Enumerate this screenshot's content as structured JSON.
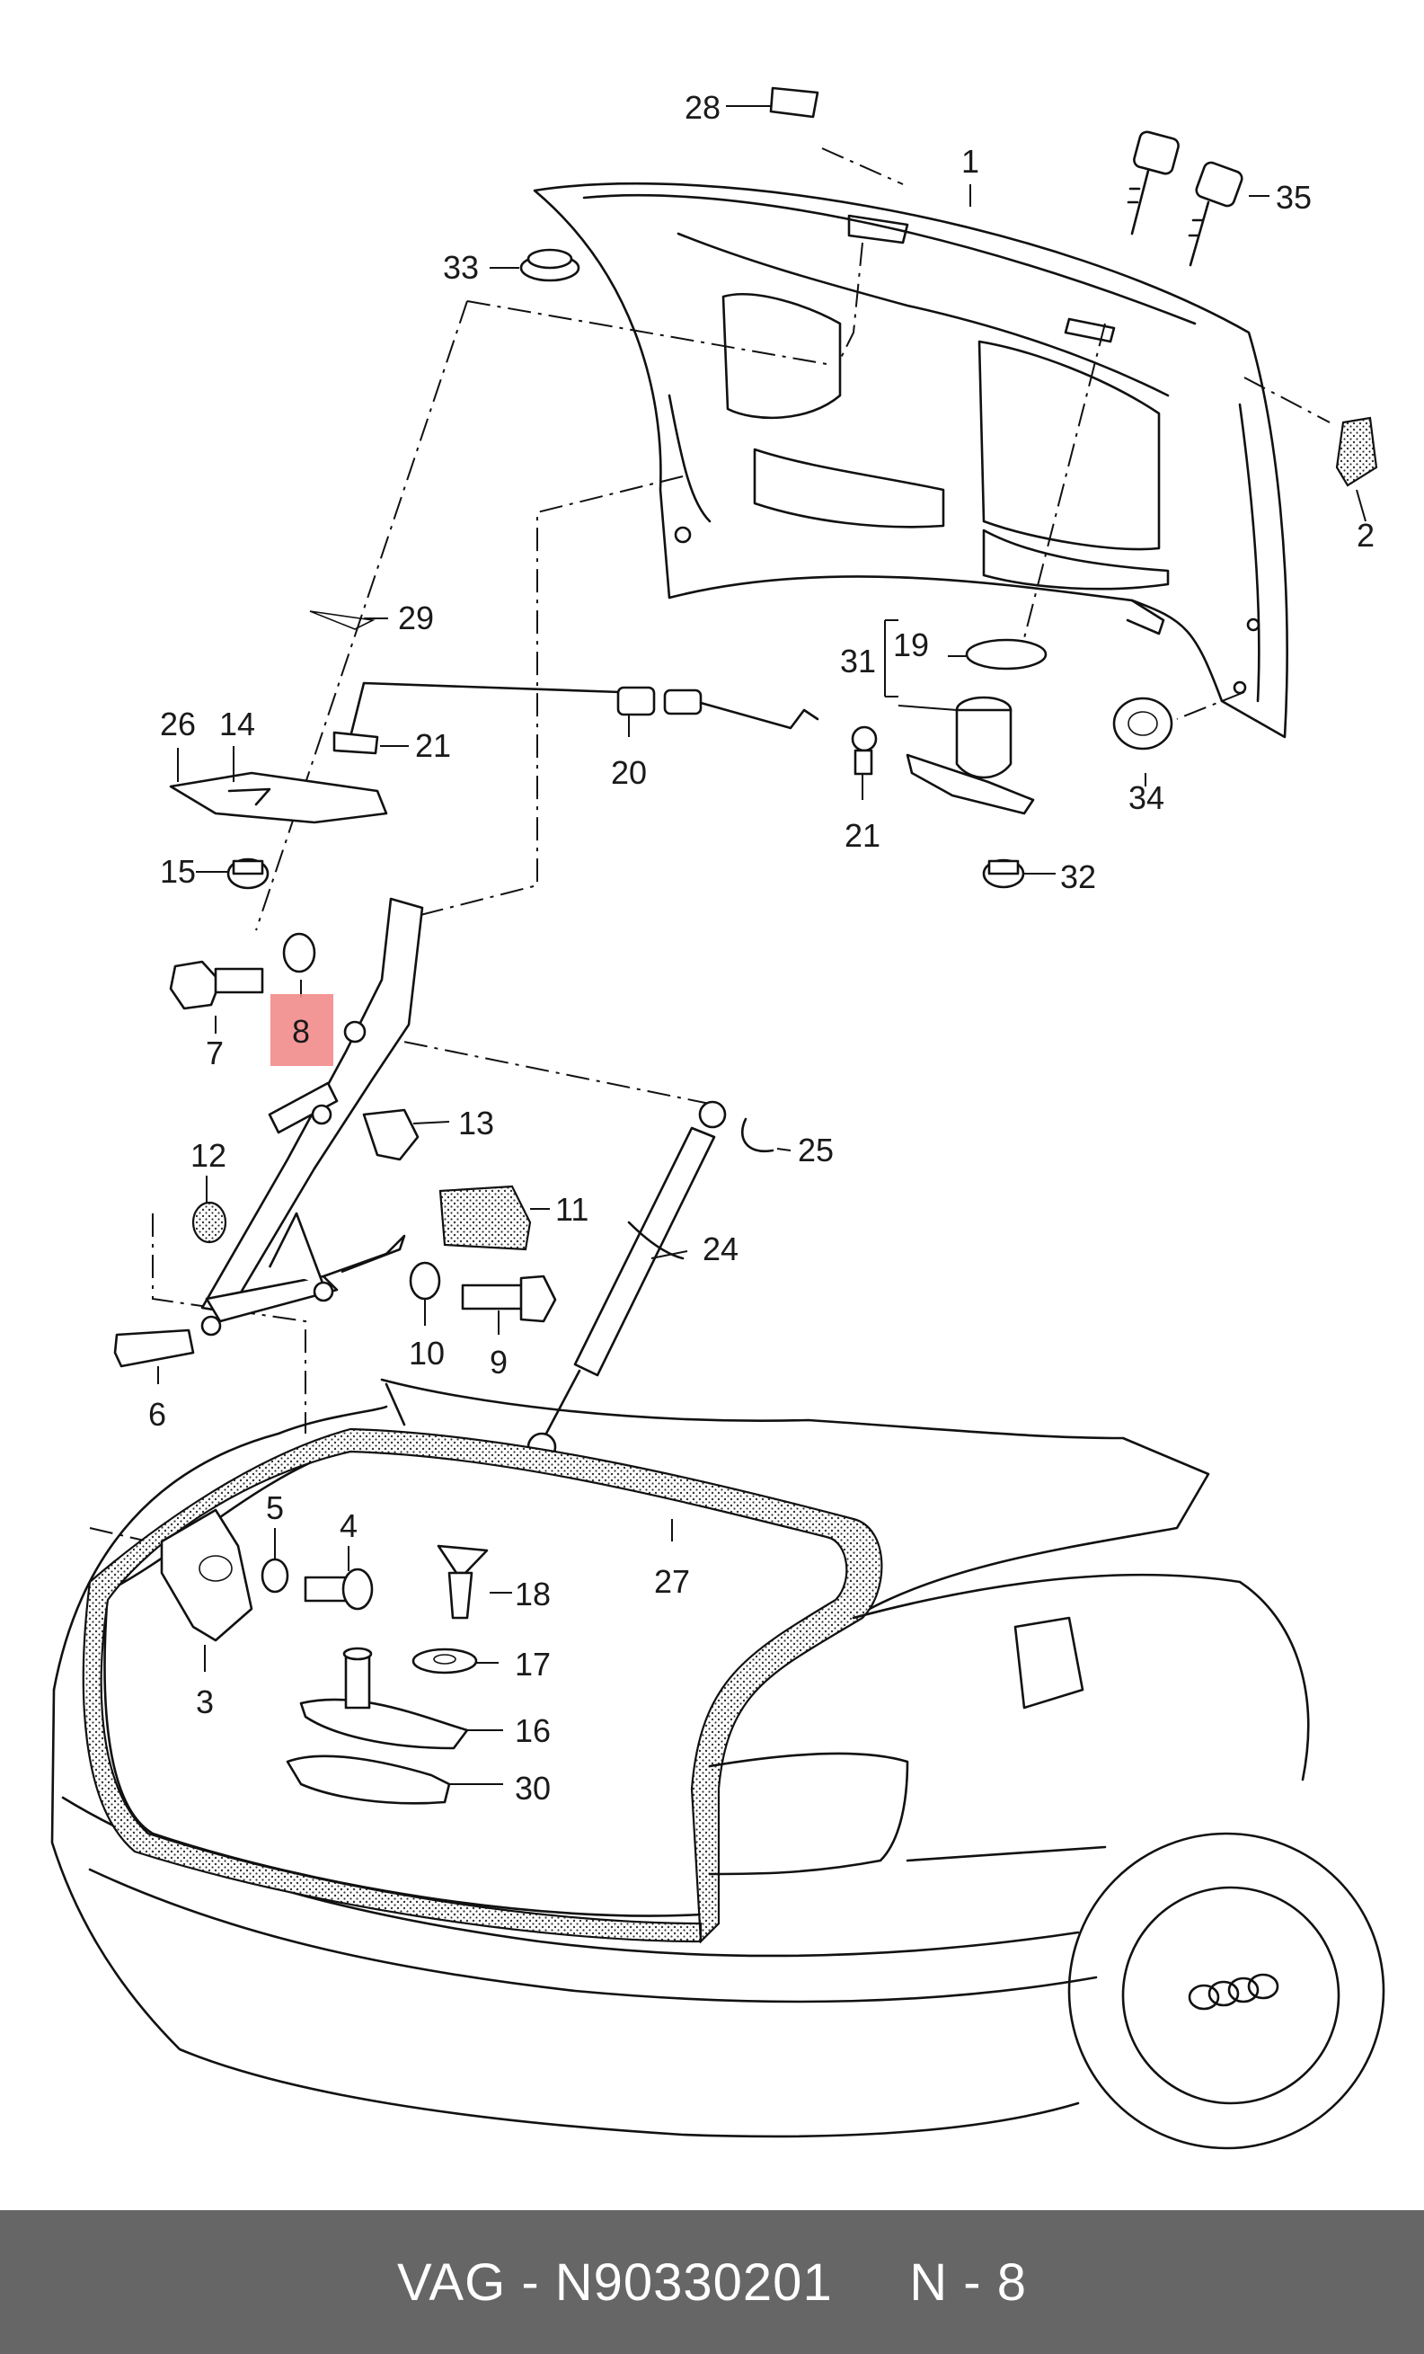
{
  "labels": {
    "p1": "1",
    "p2": "2",
    "p3": "3",
    "p4": "4",
    "p5": "5",
    "p6": "6",
    "p7": "7",
    "p8": "8",
    "p9": "9",
    "p10": "10",
    "p11": "11",
    "p12": "12",
    "p13": "13",
    "p14": "14",
    "p15": "15",
    "p16": "16",
    "p17": "17",
    "p18": "18",
    "p19": "19",
    "p20": "20",
    "p21a": "21",
    "p21b": "21",
    "p24": "24",
    "p25": "25",
    "p26": "26",
    "p27": "27",
    "p28": "28",
    "p29": "29",
    "p30": "30",
    "p31": "31",
    "p32": "32",
    "p33": "33",
    "p34": "34",
    "p35": "35"
  },
  "highlight": {
    "part": "8",
    "color": "#f28b8b"
  },
  "footer": {
    "text": "VAG - N90330201     N - 8"
  },
  "colors": {
    "footer_bg": "#666666",
    "line": "#111111",
    "seal_dots": "#333333"
  }
}
